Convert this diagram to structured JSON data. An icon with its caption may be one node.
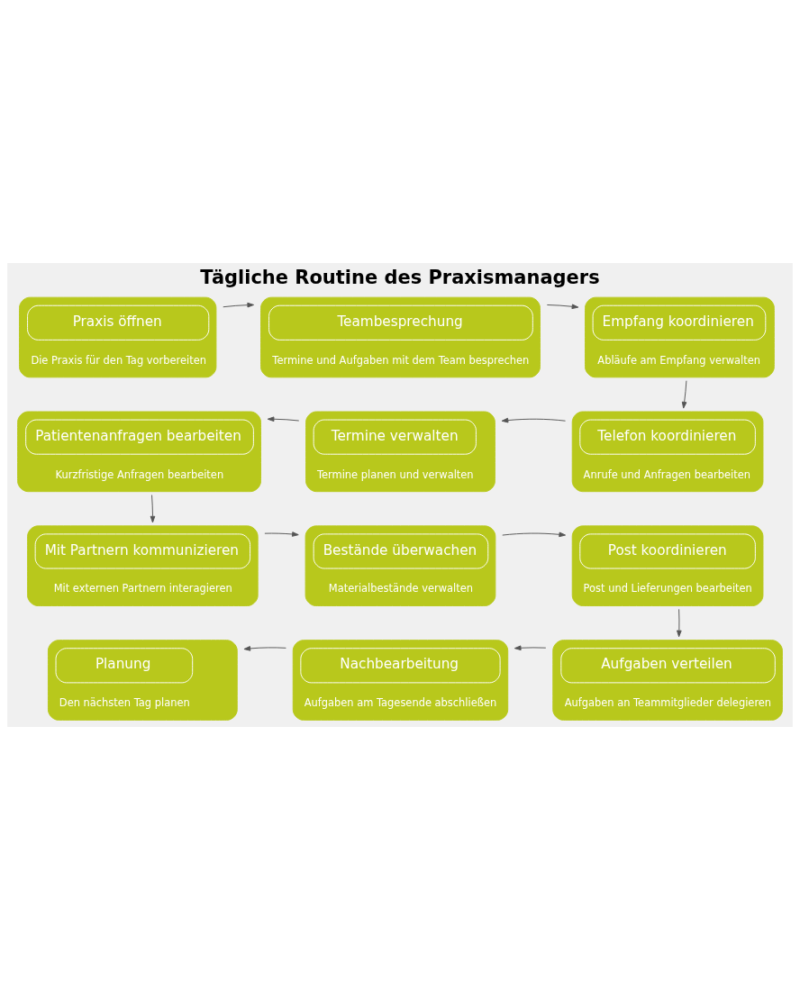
{
  "diagram": {
    "title": "Tägliche Routine des Praxismanagers",
    "nodes": [
      {
        "text": [
          "Praxis öffnen",
          "Die Praxis für den Tag vorbereiten"
        ]
      },
      {
        "text": [
          "Teambesprechung",
          "Termine und Aufgaben mit dem Team besprechen"
        ]
      },
      {
        "text": [
          "Empfang koordinieren",
          "Abläufe am Empfang verwalten"
        ]
      },
      {
        "text": [
          "Telefon koordinieren",
          "Anrufe und Anfragen bearbeiten"
        ]
      },
      {
        "text": [
          "Termine verwalten",
          "Termine planen und verwalten"
        ]
      },
      {
        "text": [
          "Patientenanfragen bearbeiten",
          "Kurzfristige Anfragen bearbeiten"
        ]
      },
      {
        "text": [
          "Mit Partnern kommunizieren",
          "Mit externen Partnern interagieren"
        ]
      },
      {
        "text": [
          "Bestände überwachen",
          "Materialbestände verwalten"
        ]
      },
      {
        "text": [
          "Post koordinieren",
          "Post und Lieferungen bearbeiten"
        ]
      },
      {
        "text": [
          "Aufgaben verteilen",
          "Aufgaben an Teammitglieder delegieren"
        ]
      },
      {
        "text": [
          "Nachbearbeitung",
          "Aufgaben am Tagesende abschließen"
        ]
      },
      {
        "text": [
          "Planung",
          "Den nächsten Tag planen"
        ]
      }
    ],
    "edges": [
      {
        "from": 0,
        "to": 1,
        "arrow": "to"
      },
      {
        "from": 1,
        "to": 2,
        "arrow": "to"
      },
      {
        "from": 2,
        "to": 3,
        "arrow": "to"
      },
      {
        "from": 3,
        "to": 4,
        "arrow": "to"
      },
      {
        "from": 4,
        "to": 5,
        "arrow": "to"
      },
      {
        "from": 5,
        "to": 6,
        "arrow": "to"
      },
      {
        "from": 6,
        "to": 7,
        "arrow": "to"
      },
      {
        "from": 7,
        "to": 8,
        "arrow": "to"
      },
      {
        "from": 8,
        "to": 9,
        "arrow": "to"
      },
      {
        "from": 9,
        "to": 10,
        "arrow": "to"
      },
      {
        "from": 10,
        "to": 11,
        "arrow": "to"
      }
    ]
  }
}
